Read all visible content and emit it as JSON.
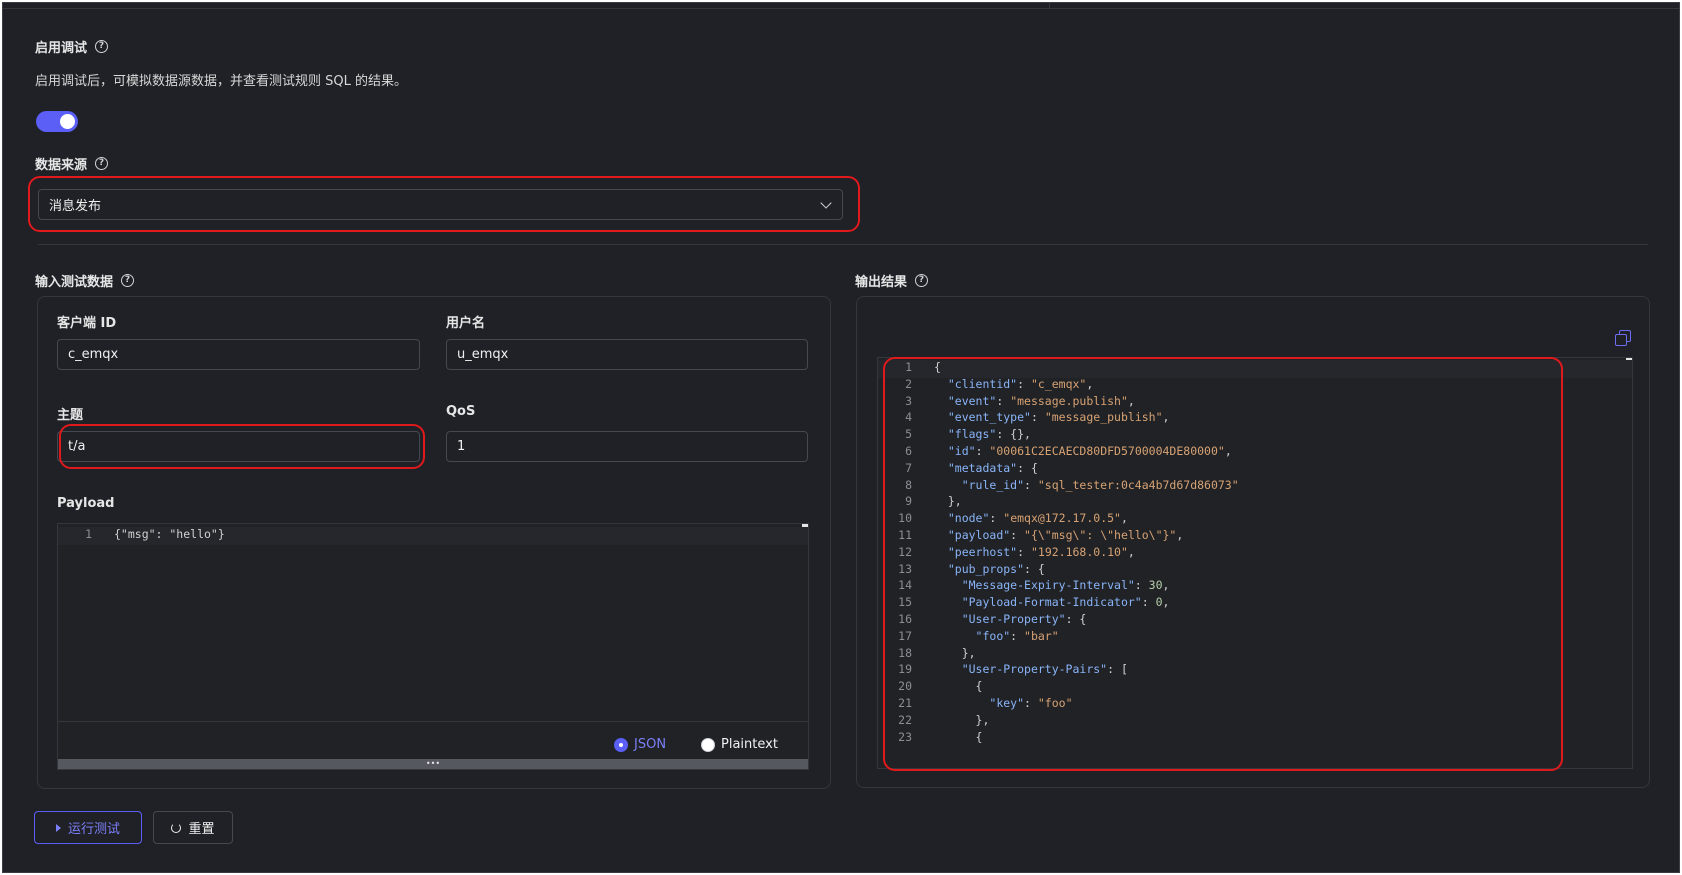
{
  "debug": {
    "title": "启用调试",
    "description": "启用调试后，可模拟数据源数据，并查看测试规则 SQL 的结果。",
    "enabled": true
  },
  "source": {
    "label": "数据来源",
    "selected": "消息发布"
  },
  "input": {
    "title": "输入测试数据",
    "clientid_label": "客户端 ID",
    "clientid_value": "c_emqx",
    "username_label": "用户名",
    "username_value": "u_emqx",
    "topic_label": "主题",
    "topic_value": "t/a",
    "qos_label": "QoS",
    "qos_value": "1",
    "payload_label": "Payload",
    "payload_line_no": "1",
    "payload_code": "{\"msg\": \"hello\"}",
    "format_json": "JSON",
    "format_plaintext": "Plaintext",
    "selected_format": "JSON",
    "resize_handle": "•••"
  },
  "output": {
    "title": "输出结果",
    "lines": [
      {
        "no": "1",
        "text": "{"
      },
      {
        "no": "2",
        "text": "  \"clientid\": \"c_emqx\","
      },
      {
        "no": "3",
        "text": "  \"event\": \"message.publish\","
      },
      {
        "no": "4",
        "text": "  \"event_type\": \"message_publish\","
      },
      {
        "no": "5",
        "text": "  \"flags\": {},"
      },
      {
        "no": "6",
        "text": "  \"id\": \"00061C2ECAECD80DFD5700004DE80000\","
      },
      {
        "no": "7",
        "text": "  \"metadata\": {"
      },
      {
        "no": "8",
        "text": "    \"rule_id\": \"sql_tester:0c4a4b7d67d86073\""
      },
      {
        "no": "9",
        "text": "  },"
      },
      {
        "no": "10",
        "text": "  \"node\": \"emqx@172.17.0.5\","
      },
      {
        "no": "11",
        "text": "  \"payload\": \"{\\\"msg\\\": \\\"hello\\\"}\","
      },
      {
        "no": "12",
        "text": "  \"peerhost\": \"192.168.0.10\","
      },
      {
        "no": "13",
        "text": "  \"pub_props\": {"
      },
      {
        "no": "14",
        "text": "    \"Message-Expiry-Interval\": 30,"
      },
      {
        "no": "15",
        "text": "    \"Payload-Format-Indicator\": 0,"
      },
      {
        "no": "16",
        "text": "    \"User-Property\": {"
      },
      {
        "no": "17",
        "text": "      \"foo\": \"bar\""
      },
      {
        "no": "18",
        "text": "    },"
      },
      {
        "no": "19",
        "text": "    \"User-Property-Pairs\": ["
      },
      {
        "no": "20",
        "text": "      {"
      },
      {
        "no": "21",
        "text": "        \"key\": \"foo\""
      },
      {
        "no": "22",
        "text": "      },"
      },
      {
        "no": "23",
        "text": "      {"
      }
    ]
  },
  "actions": {
    "run_label": "运行测试",
    "reset_label": "重置"
  },
  "colors": {
    "accent": "#5b5ff6",
    "highlight": "#e0191c",
    "background": "#1f2126"
  }
}
